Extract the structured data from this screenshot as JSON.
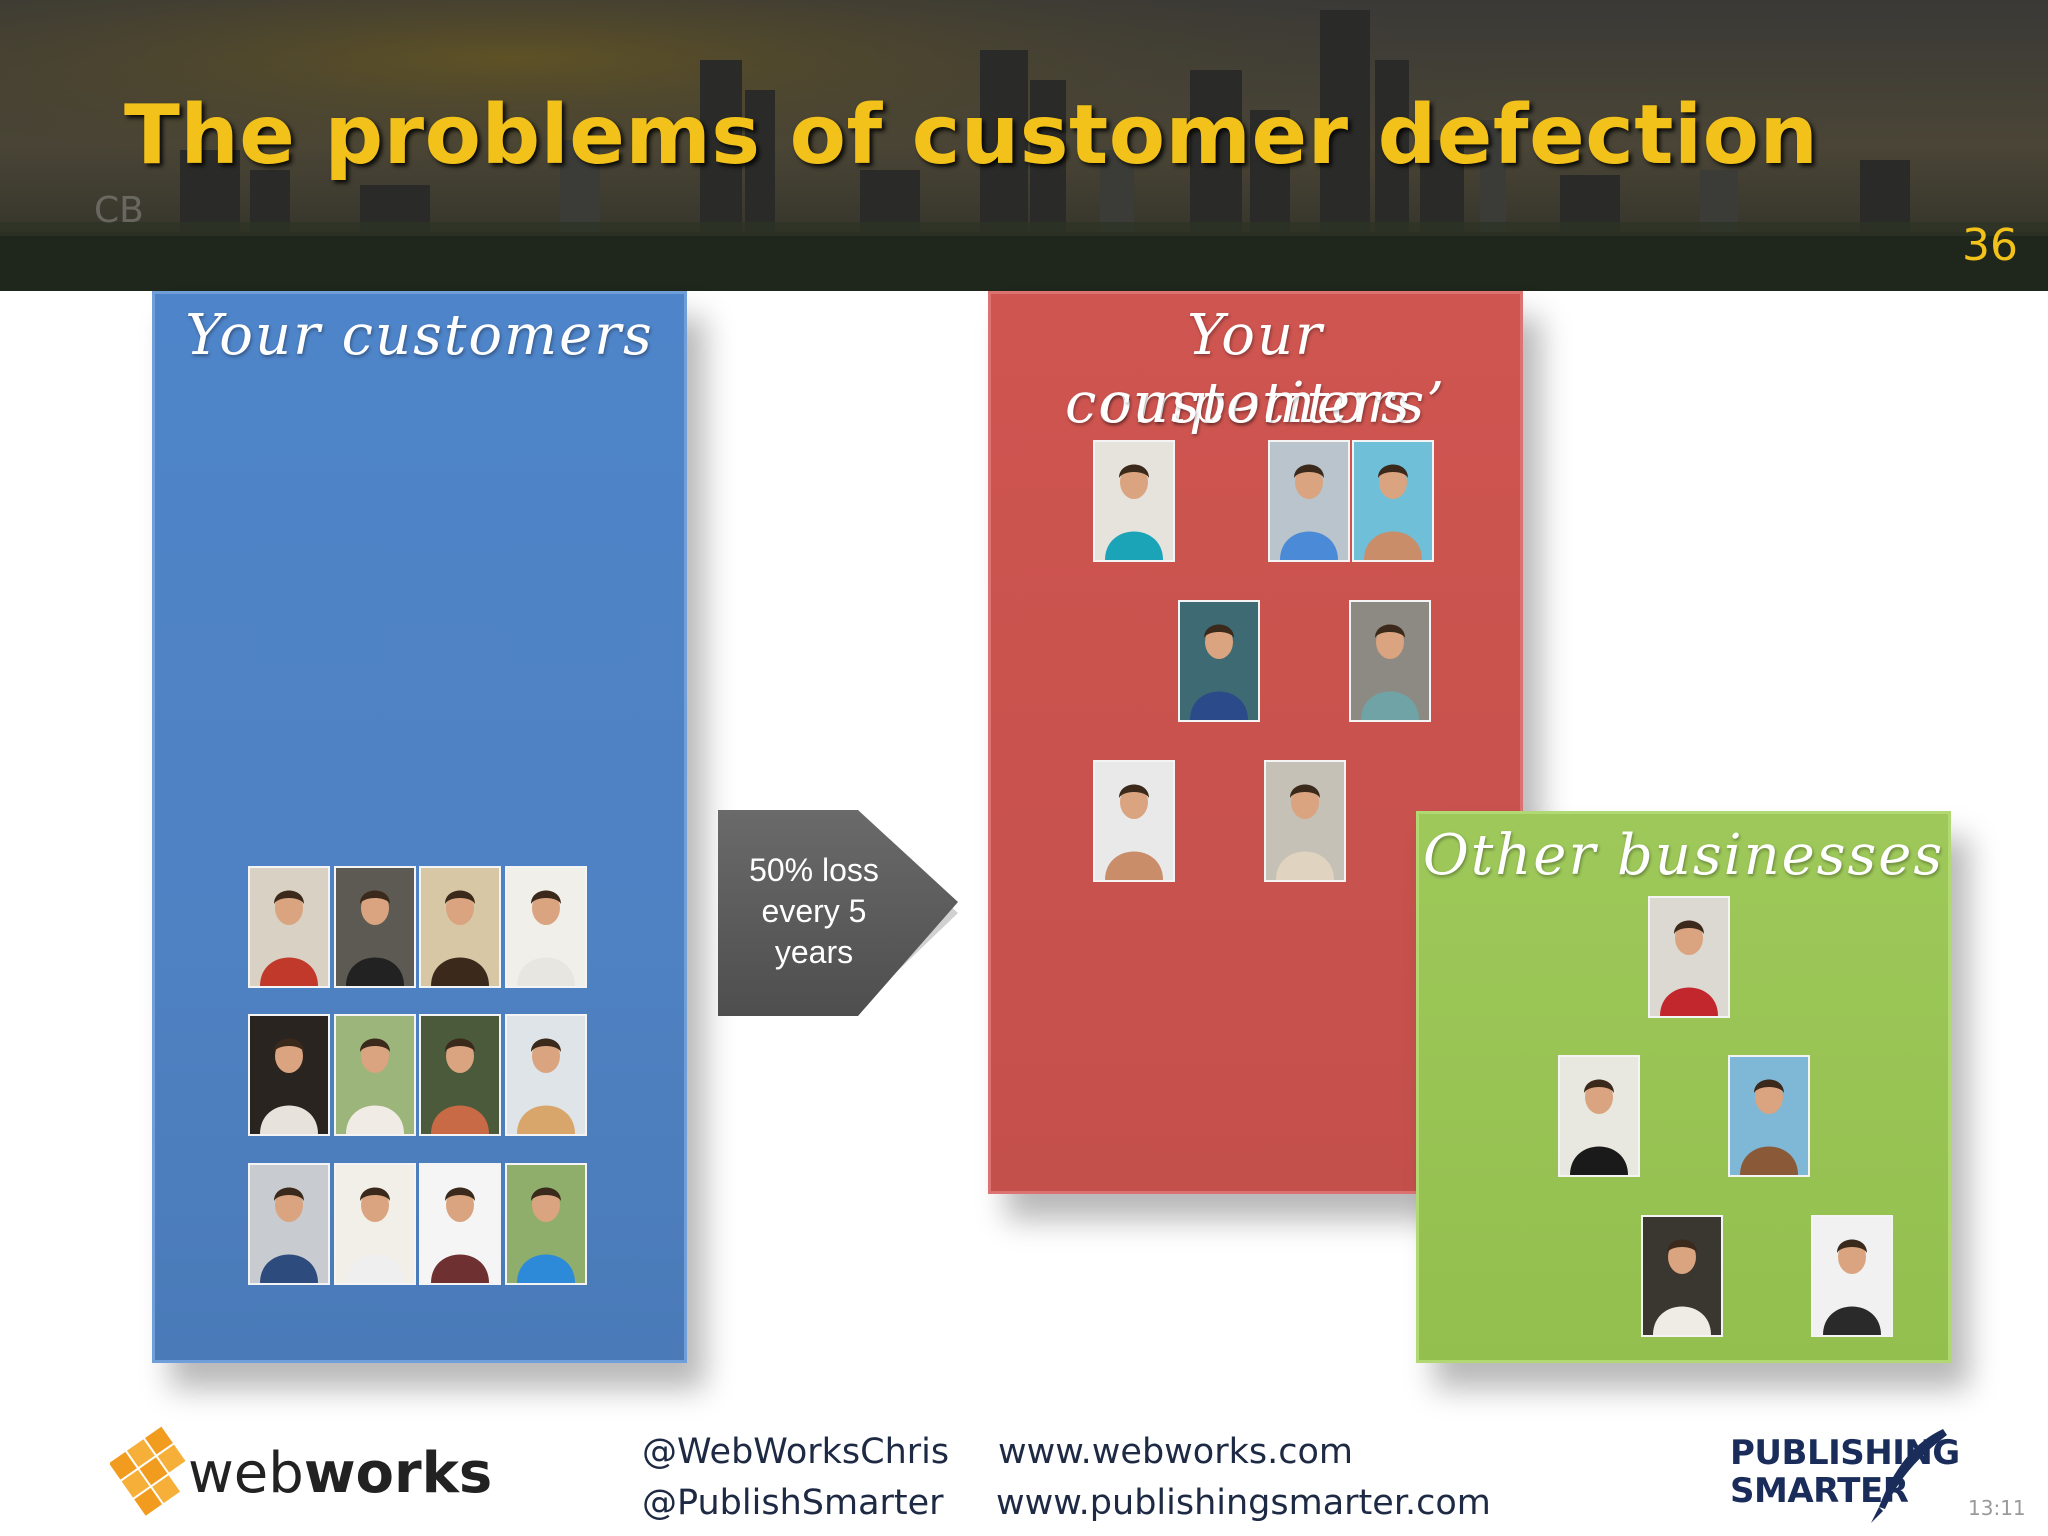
{
  "header": {
    "title": "The problems of customer defection",
    "watermark": "CB",
    "slide_number": "36"
  },
  "panels": {
    "your_customers": {
      "title": "Your customers",
      "color": "#4f82c3"
    },
    "competitors_customers": {
      "title_line1": "Your competitors’",
      "title_line2": "customers",
      "color": "#c4504c"
    },
    "other_businesses": {
      "title": "Other businesses",
      "color": "#93bf4f"
    }
  },
  "arrow": {
    "line1": "50% loss",
    "line2": "every 5",
    "line3": "years",
    "color": "#5a5a5a"
  },
  "footer": {
    "brand": "webworks",
    "twitter_1": "@WebWorksChris",
    "twitter_2": "@PublishSmarter",
    "url_1": "www.webworks.com",
    "url_2": "www.publishingsmarter.com",
    "partner_line1": "PUBLISHING",
    "partner_line2": "SMARTER",
    "timestamp": "13:11"
  },
  "icons": [
    "person-photo",
    "webworks-logo-icon",
    "quill-pen-icon"
  ]
}
